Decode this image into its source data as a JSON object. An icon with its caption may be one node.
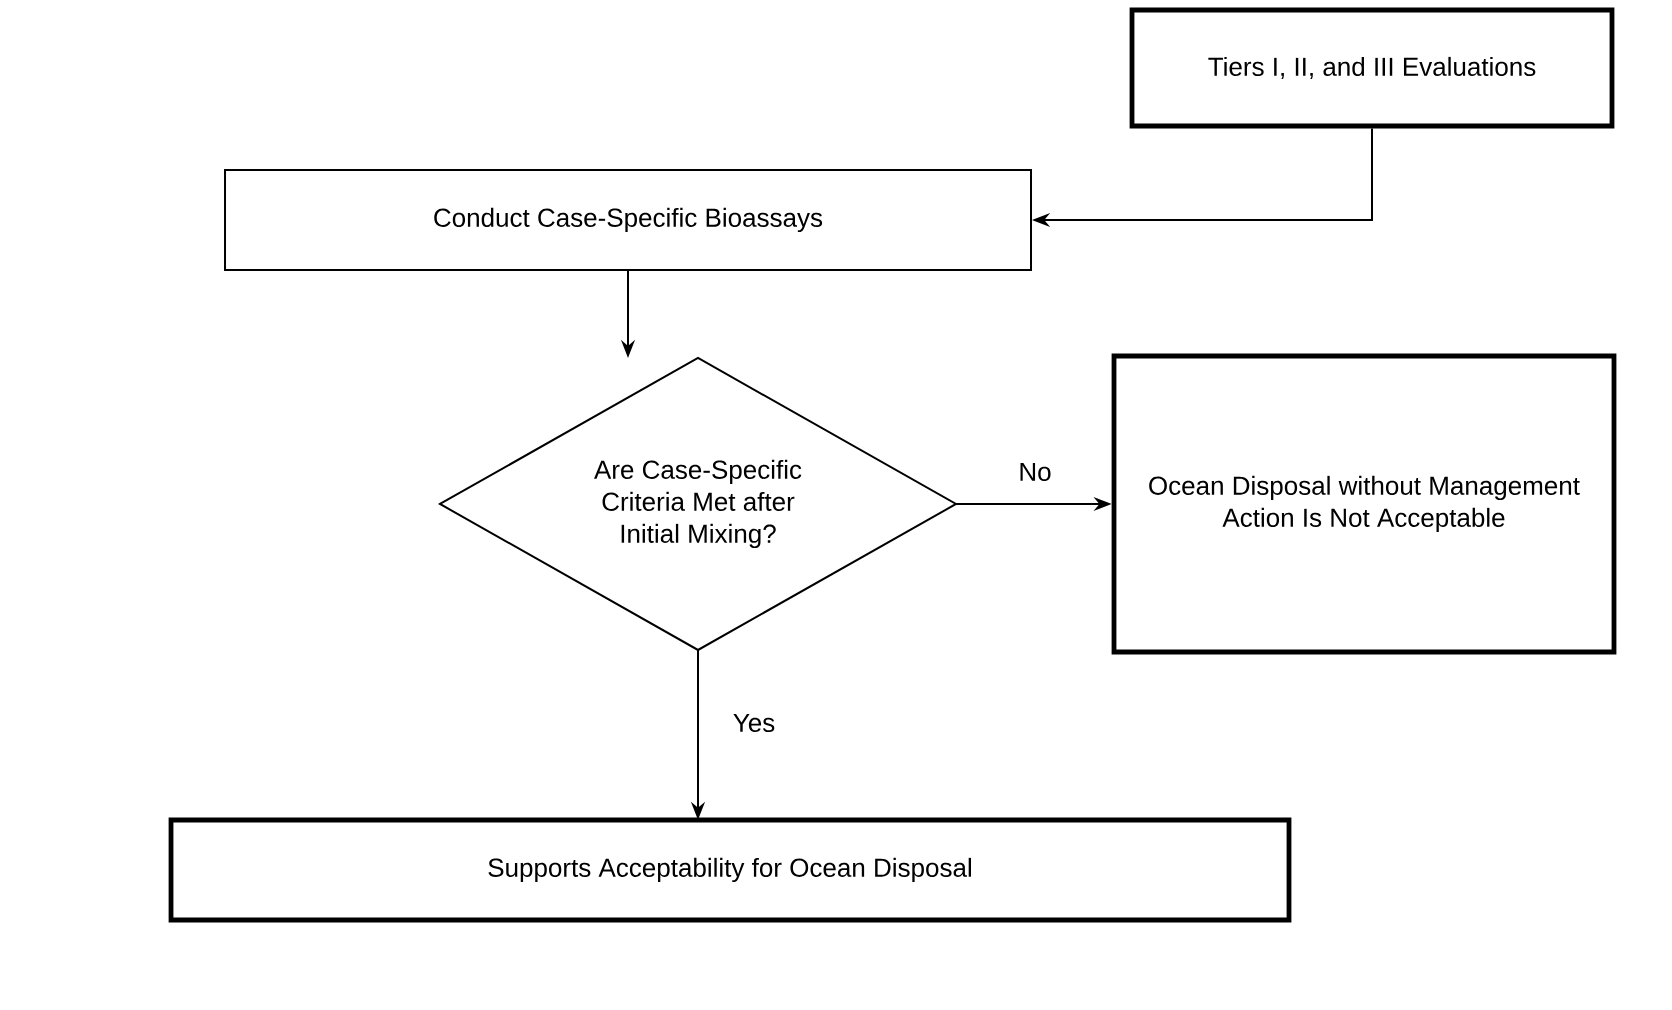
{
  "diagram": {
    "nodes": [
      {
        "text": [
          "Tiers I, II, and III Evaluations"
        ]
      },
      {
        "text": [
          "Conduct Case-Specific Bioassays"
        ]
      },
      {
        "text": [
          "Are Case-Specific Criteria Met after Initial Mixing?"
        ]
      },
      {
        "text": [
          "Ocean Disposal without Management Action Is Not Acceptable"
        ]
      },
      {
        "text": [
          "Supports Acceptability for Ocean Disposal"
        ]
      }
    ],
    "edges": [
      {
        "from": 0,
        "to": 1,
        "arrow": "to"
      },
      {
        "from": 1,
        "to": 2,
        "arrow": "to"
      },
      {
        "from": 2,
        "to": 3,
        "arrow": "to",
        "label": "No"
      },
      {
        "from": 2,
        "to": 4,
        "arrow": "to",
        "label": "Yes"
      }
    ]
  }
}
